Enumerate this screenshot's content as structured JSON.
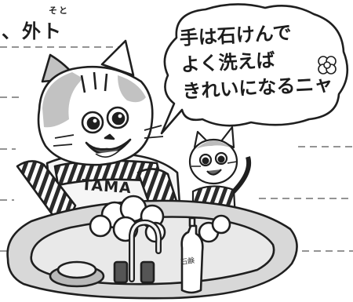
{
  "heading": {
    "text": "、外ト",
    "ruby": "そと"
  },
  "speech_bubble": {
    "lines": [
      "手は石けんで",
      "よく洗えば",
      "きれいになるニャ"
    ]
  },
  "big_cat": {
    "shirt_text": "TAMA"
  },
  "soap_bottle": {
    "label": "石鹸"
  },
  "colors": {
    "ink": "#1f1f1f",
    "cat_gray": "#c2c2c2",
    "sink_gray": "#d8d8d8",
    "bubble_white": "#ffffff"
  }
}
